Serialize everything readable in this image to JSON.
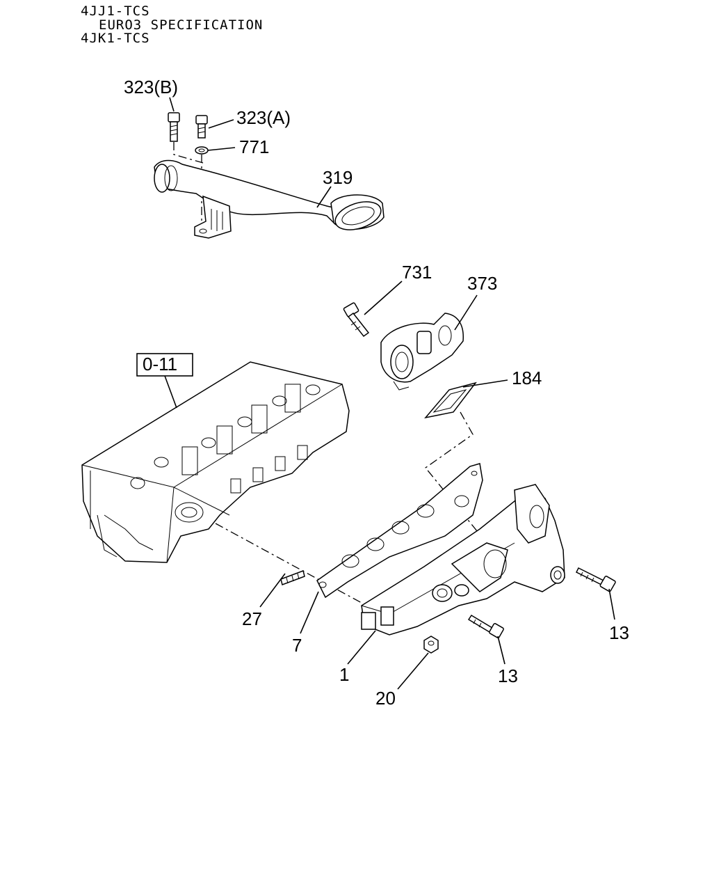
{
  "header": {
    "line1": "4JJ1-TCS",
    "line2": "EURO3 SPECIFICATION",
    "line3": "4JK1-TCS"
  },
  "callouts": {
    "c323b": "323(B)",
    "c323a": "323(A)",
    "c771": "771",
    "c319": "319",
    "c731": "731",
    "c373": "373",
    "c011": "0-11",
    "c184": "184",
    "c27": "27",
    "c7": "7",
    "c1": "1",
    "c20": "20",
    "c13a": "13",
    "c13b": "13"
  }
}
